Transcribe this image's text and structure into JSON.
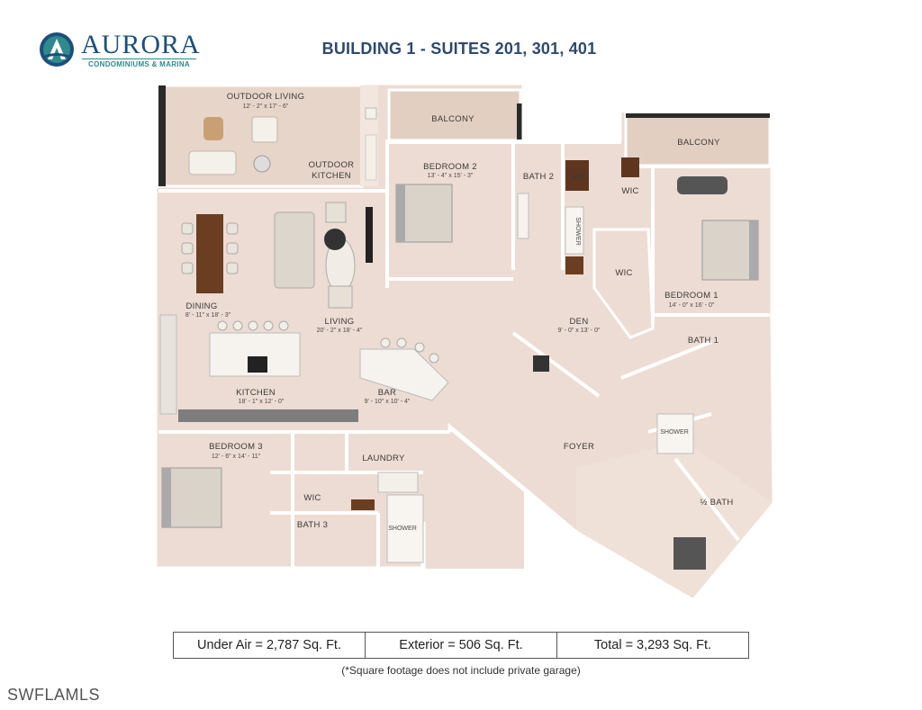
{
  "logo": {
    "name": "AURORA",
    "subtitle": "CONDOMINIUMS & MARINA",
    "colors": {
      "primary": "#1d4f7a",
      "accent": "#2f8a8e"
    }
  },
  "title": "BUILDING 1 - SUITES 201, 301, 401",
  "rooms": {
    "outdoor_living": {
      "label": "OUTDOOR LIVING",
      "dims": "12' - 2\" x 17' - 6\""
    },
    "balcony_1": {
      "label": "BALCONY"
    },
    "balcony_2": {
      "label": "BALCONY"
    },
    "outdoor_kitchen": {
      "label_line1": "OUTDOOR",
      "label_line2": "KITCHEN"
    },
    "bedroom_2": {
      "label": "BEDROOM 2",
      "dims": "13' - 4\" x 15' - 3\""
    },
    "bath_2": {
      "label": "BATH 2"
    },
    "wic_1": {
      "label": "WIC"
    },
    "wic_2": {
      "label": "WIC"
    },
    "wic_3": {
      "label": "WIC"
    },
    "wic_4": {
      "label": "WIC"
    },
    "shower_1": {
      "label": "SHOWER"
    },
    "shower_2": {
      "label": "SHOWER"
    },
    "shower_3": {
      "label": "SHOWER"
    },
    "bedroom_1": {
      "label": "BEDROOM 1",
      "dims": "14' - 0\" x 16' - 0\""
    },
    "dining": {
      "label": "DINING",
      "dims": "8' - 11\" x 18' - 3\""
    },
    "living": {
      "label": "LIVING",
      "dims": "20' - 2\" x 18' - 4\""
    },
    "den": {
      "label": "DEN",
      "dims": "9' - 0\" x 13' - 0\""
    },
    "bath_1": {
      "label": "BATH 1"
    },
    "kitchen": {
      "label": "KITCHEN",
      "dims": "18' - 1\" x 12' - 0\""
    },
    "bar": {
      "label": "BAR",
      "dims": "9' - 10\" x 10' - 4\""
    },
    "foyer": {
      "label": "FOYER"
    },
    "bedroom_3": {
      "label": "BEDROOM 3",
      "dims": "12' - 6\" x 14' - 11\""
    },
    "laundry": {
      "label": "LAUNDRY"
    },
    "bath_3": {
      "label": "BATH 3"
    },
    "half_bath": {
      "label": "½ BATH"
    }
  },
  "sqft": {
    "under_air": "Under Air = 2,787 Sq. Ft.",
    "exterior": "Exterior = 506 Sq. Ft.",
    "total": "Total = 3,293 Sq. Ft."
  },
  "footnote": "(*Square footage does not include private garage)",
  "watermark": "SWFLAMLS",
  "colors": {
    "floor": "#eddcd3",
    "floor_light": "#f3e6df",
    "wall": "#ffffff",
    "dark": "#2a2a2a",
    "wood": "#6b3e22",
    "title": "#2e4a6e"
  }
}
